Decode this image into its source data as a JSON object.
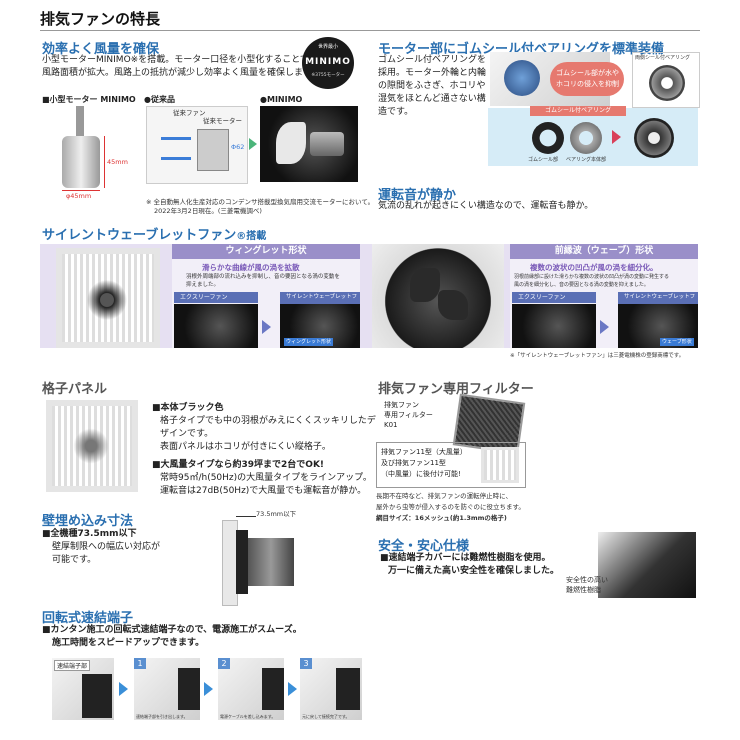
{
  "page_title": "排気ファンの特長",
  "sections": {
    "efficiency": {
      "title": "効率よく風量を確保",
      "body": [
        "小型モーターMINIMO※を搭載。モーター口径を小型化することで、",
        "風路面積が拡大。風路上の抵抗が減少し効率よく風量を確保します。"
      ],
      "motor_label": "■小型モーター MINIMO",
      "conventional_label": "●従来品",
      "minimo_label": "●MINIMO",
      "logo_text": "MINIMO",
      "logo_top": "世界最小",
      "logo_sub": "※3755モーター",
      "dim_width": "φ45mm",
      "dim_height": "45mm",
      "dim_diameter": "Φ62",
      "diagram_label_fan": "従来ファン",
      "diagram_label_motor": "従来モーター",
      "note": [
        "※ 全自動無人化生産対応のコンデンサ搭載型換気扇用交流モーターにおいて。",
        "2022年3月2日現在。(三菱電機調べ)"
      ]
    },
    "bearing": {
      "title": "モーター部にゴムシール付ベアリングを標準装備",
      "body": [
        "ゴムシール付ベアリングを",
        "採用。モーター外輪と内輪",
        "の隙間をふさぎ、ホコリや",
        "湿気をほとんど通さない構",
        "造です。"
      ],
      "callout": [
        "ゴムシール部が水や",
        "ホコリの侵入を抑制"
      ],
      "part_label": "ゴムシール付ベアリング",
      "label_seal": "ゴムシール部",
      "label_body": "ベアリング本体部",
      "label_side": "両側シール付ベアリング"
    },
    "quiet": {
      "title": "運転音が静か",
      "body": "気流の乱れが起きにくい構造なので、運転音も静か。"
    },
    "silent_wave": {
      "title": "サイレントウェーブレットファン",
      "title_suffix": "®搭載",
      "winglet": {
        "header": "ウィングレット形状",
        "sub": "滑らかな曲線が風の渦を拡散",
        "desc": [
          "羽根外周端部の流れ込みを抑制し、音の要因となる渦の変動を",
          "抑えました。"
        ],
        "label_a": "エクスリーファン",
        "label_b": "サイレントウェーブレットファン",
        "tag": "ウィングレット形状"
      },
      "wave": {
        "header": "前縁波（ウェーブ）形状",
        "sub": "複数の波状の凹凸が風の渦を細分化。",
        "desc": [
          "羽根前縁部に設けた滑らかな複数の波状の凹凸が渦の変動に発生する",
          "風の渦を細分化し、音の要因となる渦の変動を抑えました。"
        ],
        "label_a": "エクスリーファン",
        "label_b": "サイレントウェーブレットファン",
        "tag": "ウェーブ形状"
      },
      "note": "※「サイレントウェーブレットファン」は三菱電機株の登録商標です。"
    },
    "grid_panel": {
      "title": "格子パネル",
      "point1_title": "■本体ブラック色",
      "point1_body": [
        "格子タイプでも中の羽根がみえにくくスッキリしたデ",
        "ザインです。",
        "表面パネルはホコリが付きにくい縦格子。"
      ],
      "point2_title": "■大風量タイプなら約39坪まで2台でOK!",
      "point2_body": [
        "常時95㎥/h(50Hz)の大風量タイプをラインアップ。",
        "運転音は27dB(50Hz)で大風量でも運転音が静か。"
      ]
    },
    "filter": {
      "title": "排気ファン専用フィルター",
      "product_name": [
        "排気ファン",
        "専用フィルター",
        "K01"
      ],
      "compat": [
        "排気ファン11型（大風量）",
        "及び排気ファン11型",
        "（中風量）に後付け可能!"
      ],
      "notes": [
        "長期不在時など、排気ファンの運転停止時に、",
        "屋外から虫等が侵入するのを防ぐのに役立ちます。",
        "網目サイズ：16メッシュ(約1.3mmの格子)"
      ]
    },
    "wall": {
      "title": "壁埋め込み寸法",
      "point_title": "■全機種73.5mm以下",
      "point_body": [
        "壁厚制限への幅広い対応が",
        "可能です。"
      ],
      "dim_label": "73.5mm以下"
    },
    "safety": {
      "title": "安全・安心仕様",
      "body": [
        "■速結端子カバーには難燃性樹脂を使用。",
        "万一に備えた高い安全性を確保しました。"
      ],
      "callout": [
        "安全性の高い",
        "難燃性樹脂"
      ]
    },
    "terminal": {
      "title": "回転式速結端子",
      "body": [
        "■カンタン施工の回転式速結端子なので、電源施工がスムーズ。",
        "施工時間をスピードアップできます。"
      ],
      "steps": [
        {
          "badge": "",
          "tag": "速結端子部",
          "caption": ""
        },
        {
          "badge": "1",
          "tag": "",
          "caption": "速結端子部を引き出します。"
        },
        {
          "badge": "2",
          "tag": "",
          "caption": "電源ケーブルを差し込みます。"
        },
        {
          "badge": "3",
          "tag": "",
          "caption": "元に戻して接続完了です。"
        }
      ]
    }
  }
}
